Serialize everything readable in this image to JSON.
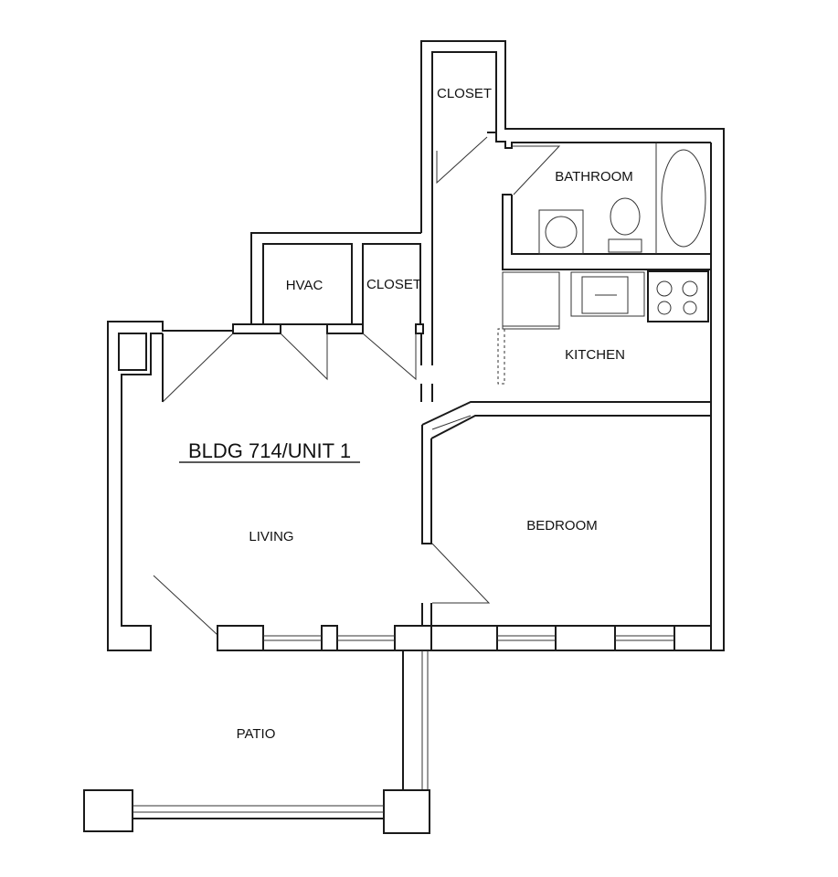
{
  "plan": {
    "title": "BLDG 714/UNIT 1",
    "rooms": {
      "closet_top": "CLOSET",
      "bathroom": "BATHROOM",
      "hvac": "HVAC",
      "closet_hall": "CLOSET",
      "kitchen": "KITCHEN",
      "living": "LIVING",
      "bedroom": "BEDROOM",
      "patio": "PATIO"
    },
    "line_color": "#1a1a1a",
    "background": "#ffffff"
  }
}
